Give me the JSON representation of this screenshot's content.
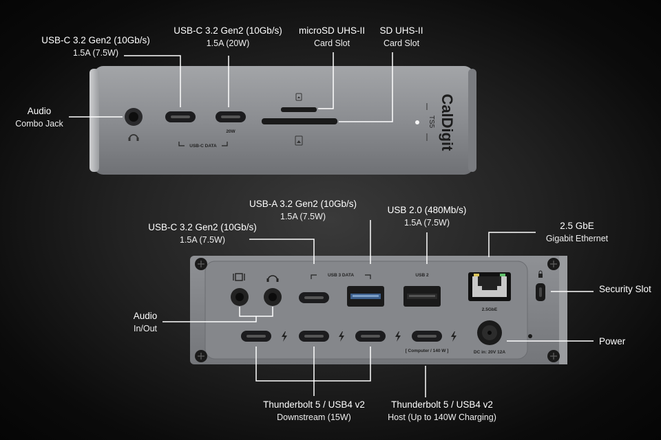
{
  "front_labels": {
    "usbc1": {
      "main": "USB-C 3.2 Gen2 (10Gb/s)",
      "sub": "1.5A (7.5W)"
    },
    "usbc2": {
      "main": "USB-C 3.2 Gen2 (10Gb/s)",
      "sub": "1.5A (20W)"
    },
    "microsd": {
      "main": "microSD UHS-II",
      "sub": "Card Slot"
    },
    "sd": {
      "main": "SD UHS-II",
      "sub": "Card Slot"
    },
    "audio": {
      "main": "Audio",
      "sub": "Combo Jack"
    }
  },
  "front_printed": {
    "port_20w": "20W",
    "usbc_data": "USB-C DATA",
    "model": "TS5",
    "brand": "CalDigit"
  },
  "back_labels": {
    "usba": {
      "main": "USB-A 3.2 Gen2 (10Gb/s)",
      "sub": "1.5A (7.5W)"
    },
    "usb2": {
      "main": "USB 2.0 (480Mb/s)",
      "sub": "1.5A (7.5W)"
    },
    "usbc": {
      "main": "USB-C 3.2 Gen2 (10Gb/s)",
      "sub": "1.5A (7.5W)"
    },
    "ethernet": {
      "main": "2.5 GbE",
      "sub": "Gigabit Ethernet"
    },
    "security": {
      "main": "Security Slot"
    },
    "audio": {
      "main": "Audio",
      "sub": "In/Out"
    },
    "power": {
      "main": "Power"
    },
    "tb_down": {
      "main": "Thunderbolt 5 / USB4 v2",
      "sub": "Downstream (15W)"
    },
    "tb_host": {
      "main": "Thunderbolt 5 / USB4 v2",
      "sub": "Host (Up to 140W Charging)"
    }
  },
  "back_printed": {
    "usb3_data": "USB 3 DATA",
    "usb2": "USB 2",
    "gbe": "2.5GbE",
    "computer": "[ Computer / 140 W ]",
    "dc_in": "DC in: 20V  12A"
  },
  "colors": {
    "body": "#8e9094",
    "panel": "#7a7c80",
    "port": "#1a1a1a",
    "line": "#ffffff"
  }
}
